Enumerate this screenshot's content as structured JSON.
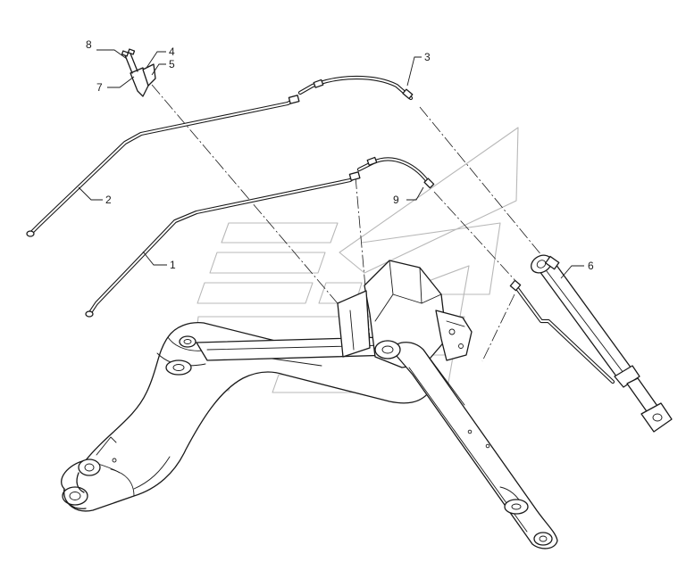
{
  "diagram": {
    "callouts": [
      {
        "id": "callout-1",
        "label": "1"
      },
      {
        "id": "callout-2",
        "label": "2"
      },
      {
        "id": "callout-3",
        "label": "3"
      },
      {
        "id": "callout-4",
        "label": "4"
      },
      {
        "id": "callout-5",
        "label": "5"
      },
      {
        "id": "callout-6",
        "label": "6"
      },
      {
        "id": "callout-7",
        "label": "7"
      },
      {
        "id": "callout-8",
        "label": "8"
      },
      {
        "id": "callout-9",
        "label": "9"
      }
    ]
  },
  "colors": {
    "line": "#1a1a1a",
    "watermark": "#b8b8b8",
    "background": "#ffffff"
  }
}
